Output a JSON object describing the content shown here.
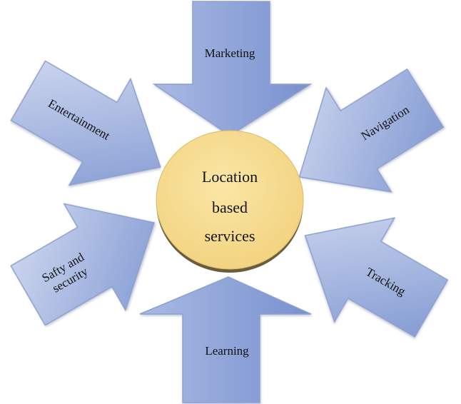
{
  "diagram": {
    "center": {
      "lines": [
        "Location",
        "based",
        "services"
      ],
      "fill": "#f8de8e",
      "rim": "#6b5d3c"
    },
    "arrows": {
      "marketing": {
        "label": "Marketing"
      },
      "navigation": {
        "label": "Navigation"
      },
      "tracking": {
        "label": "Tracking"
      },
      "learning": {
        "label": "Learning"
      },
      "safety": {
        "lines": [
          "Safty and",
          "security"
        ]
      },
      "entertainment": {
        "label": "Entertainment"
      }
    },
    "colors": {
      "arrow_light": "#cdd6ee",
      "arrow_dark": "#7f97d3",
      "arrow_edge": "#8ea0cf"
    }
  }
}
